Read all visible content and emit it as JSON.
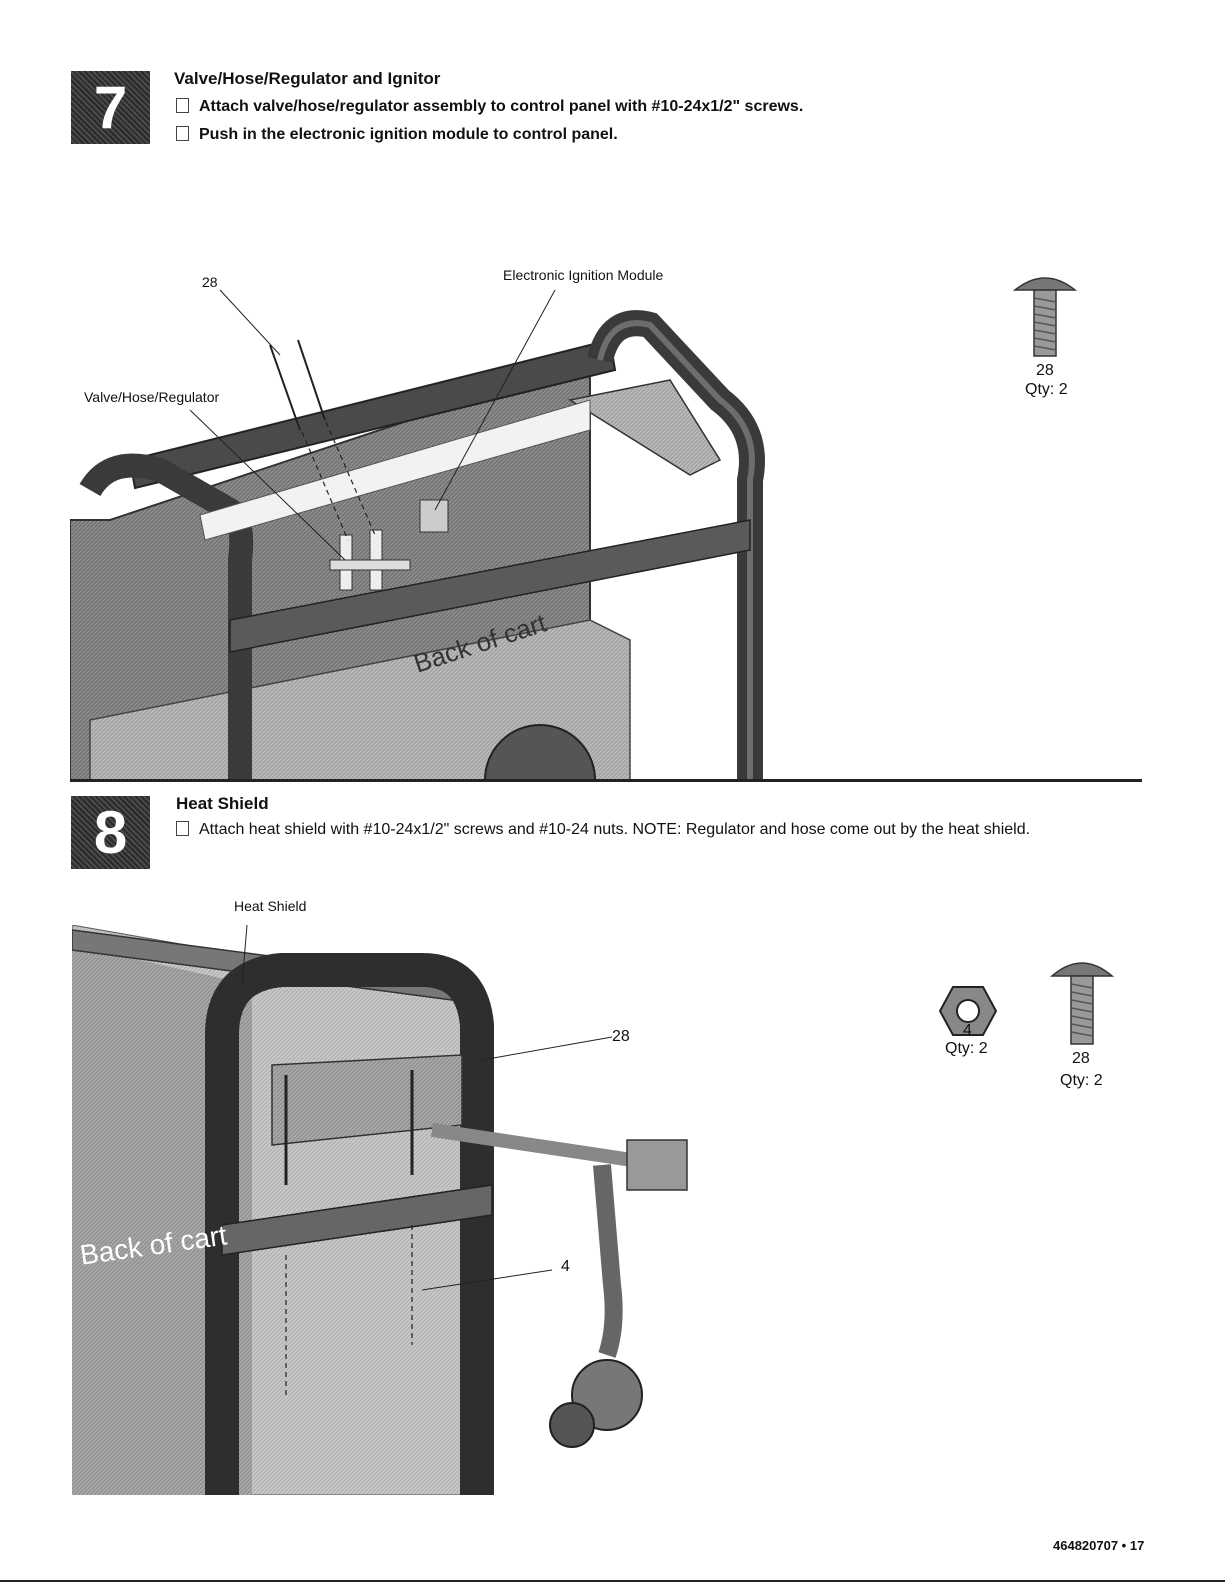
{
  "step7": {
    "number": "7",
    "title": "Valve/Hose/Regulator and Ignitor",
    "instructions": [
      "Attach valve/hose/regulator assembly to control panel with #10-24x1/2\" screws.",
      "Push in the electronic ignition module to control panel."
    ],
    "callouts": {
      "part28": "28",
      "ignition_module": "Electronic Ignition Module",
      "valve_hose_regulator": "Valve/Hose/Regulator",
      "back_of_cart": "Back of cart"
    },
    "parts": [
      {
        "number": "28",
        "qty": "Qty: 2"
      }
    ]
  },
  "step8": {
    "number": "8",
    "title": "Heat Shield",
    "instructions": [
      "Attach heat shield with #10-24x1/2\" screws and #10-24 nuts. NOTE: Regulator and hose come out by the heat shield."
    ],
    "callouts": {
      "heat_shield": "Heat Shield",
      "part28": "28",
      "part4": "4",
      "back_of_cart": "Back of cart"
    },
    "parts": [
      {
        "number": "4",
        "qty": "Qty: 2"
      },
      {
        "number": "28",
        "qty": "Qty: 2"
      }
    ]
  },
  "footer": {
    "page": "464820707 • 17"
  },
  "colors": {
    "badge": "#333333",
    "frame": "#3a3a3a",
    "panel": "#9a9a9a"
  }
}
